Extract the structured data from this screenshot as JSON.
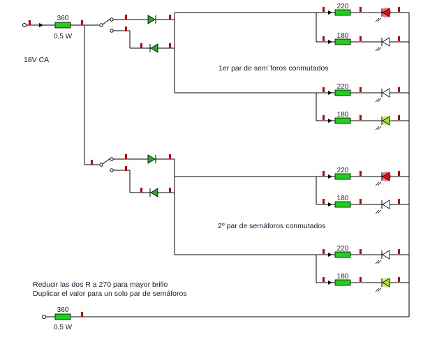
{
  "source_label": "18V CA",
  "input_resistor": {
    "value": "360",
    "power": "0,5 W"
  },
  "return_resistor": {
    "value": "360",
    "power": "0,5 W"
  },
  "section_1_label": "1er par de sem´foros conmutados",
  "section_2_label": "2º par de semáforos conmutados",
  "note_lines": [
    "Reducir las dos R a 270 para mayor brillo",
    "Duplicar el valor para un solo par de semáforos"
  ],
  "branch_resistors": [
    "220",
    "180",
    "220",
    "180",
    "220",
    "180",
    "220",
    "180"
  ],
  "colors": {
    "wire": "#000000",
    "terminal_marker": "#cc0000",
    "resistor_fill": "#22cc22",
    "diode_fill": "#22aa22",
    "led_red": "#dd1111",
    "led_green": "#aadd22"
  }
}
